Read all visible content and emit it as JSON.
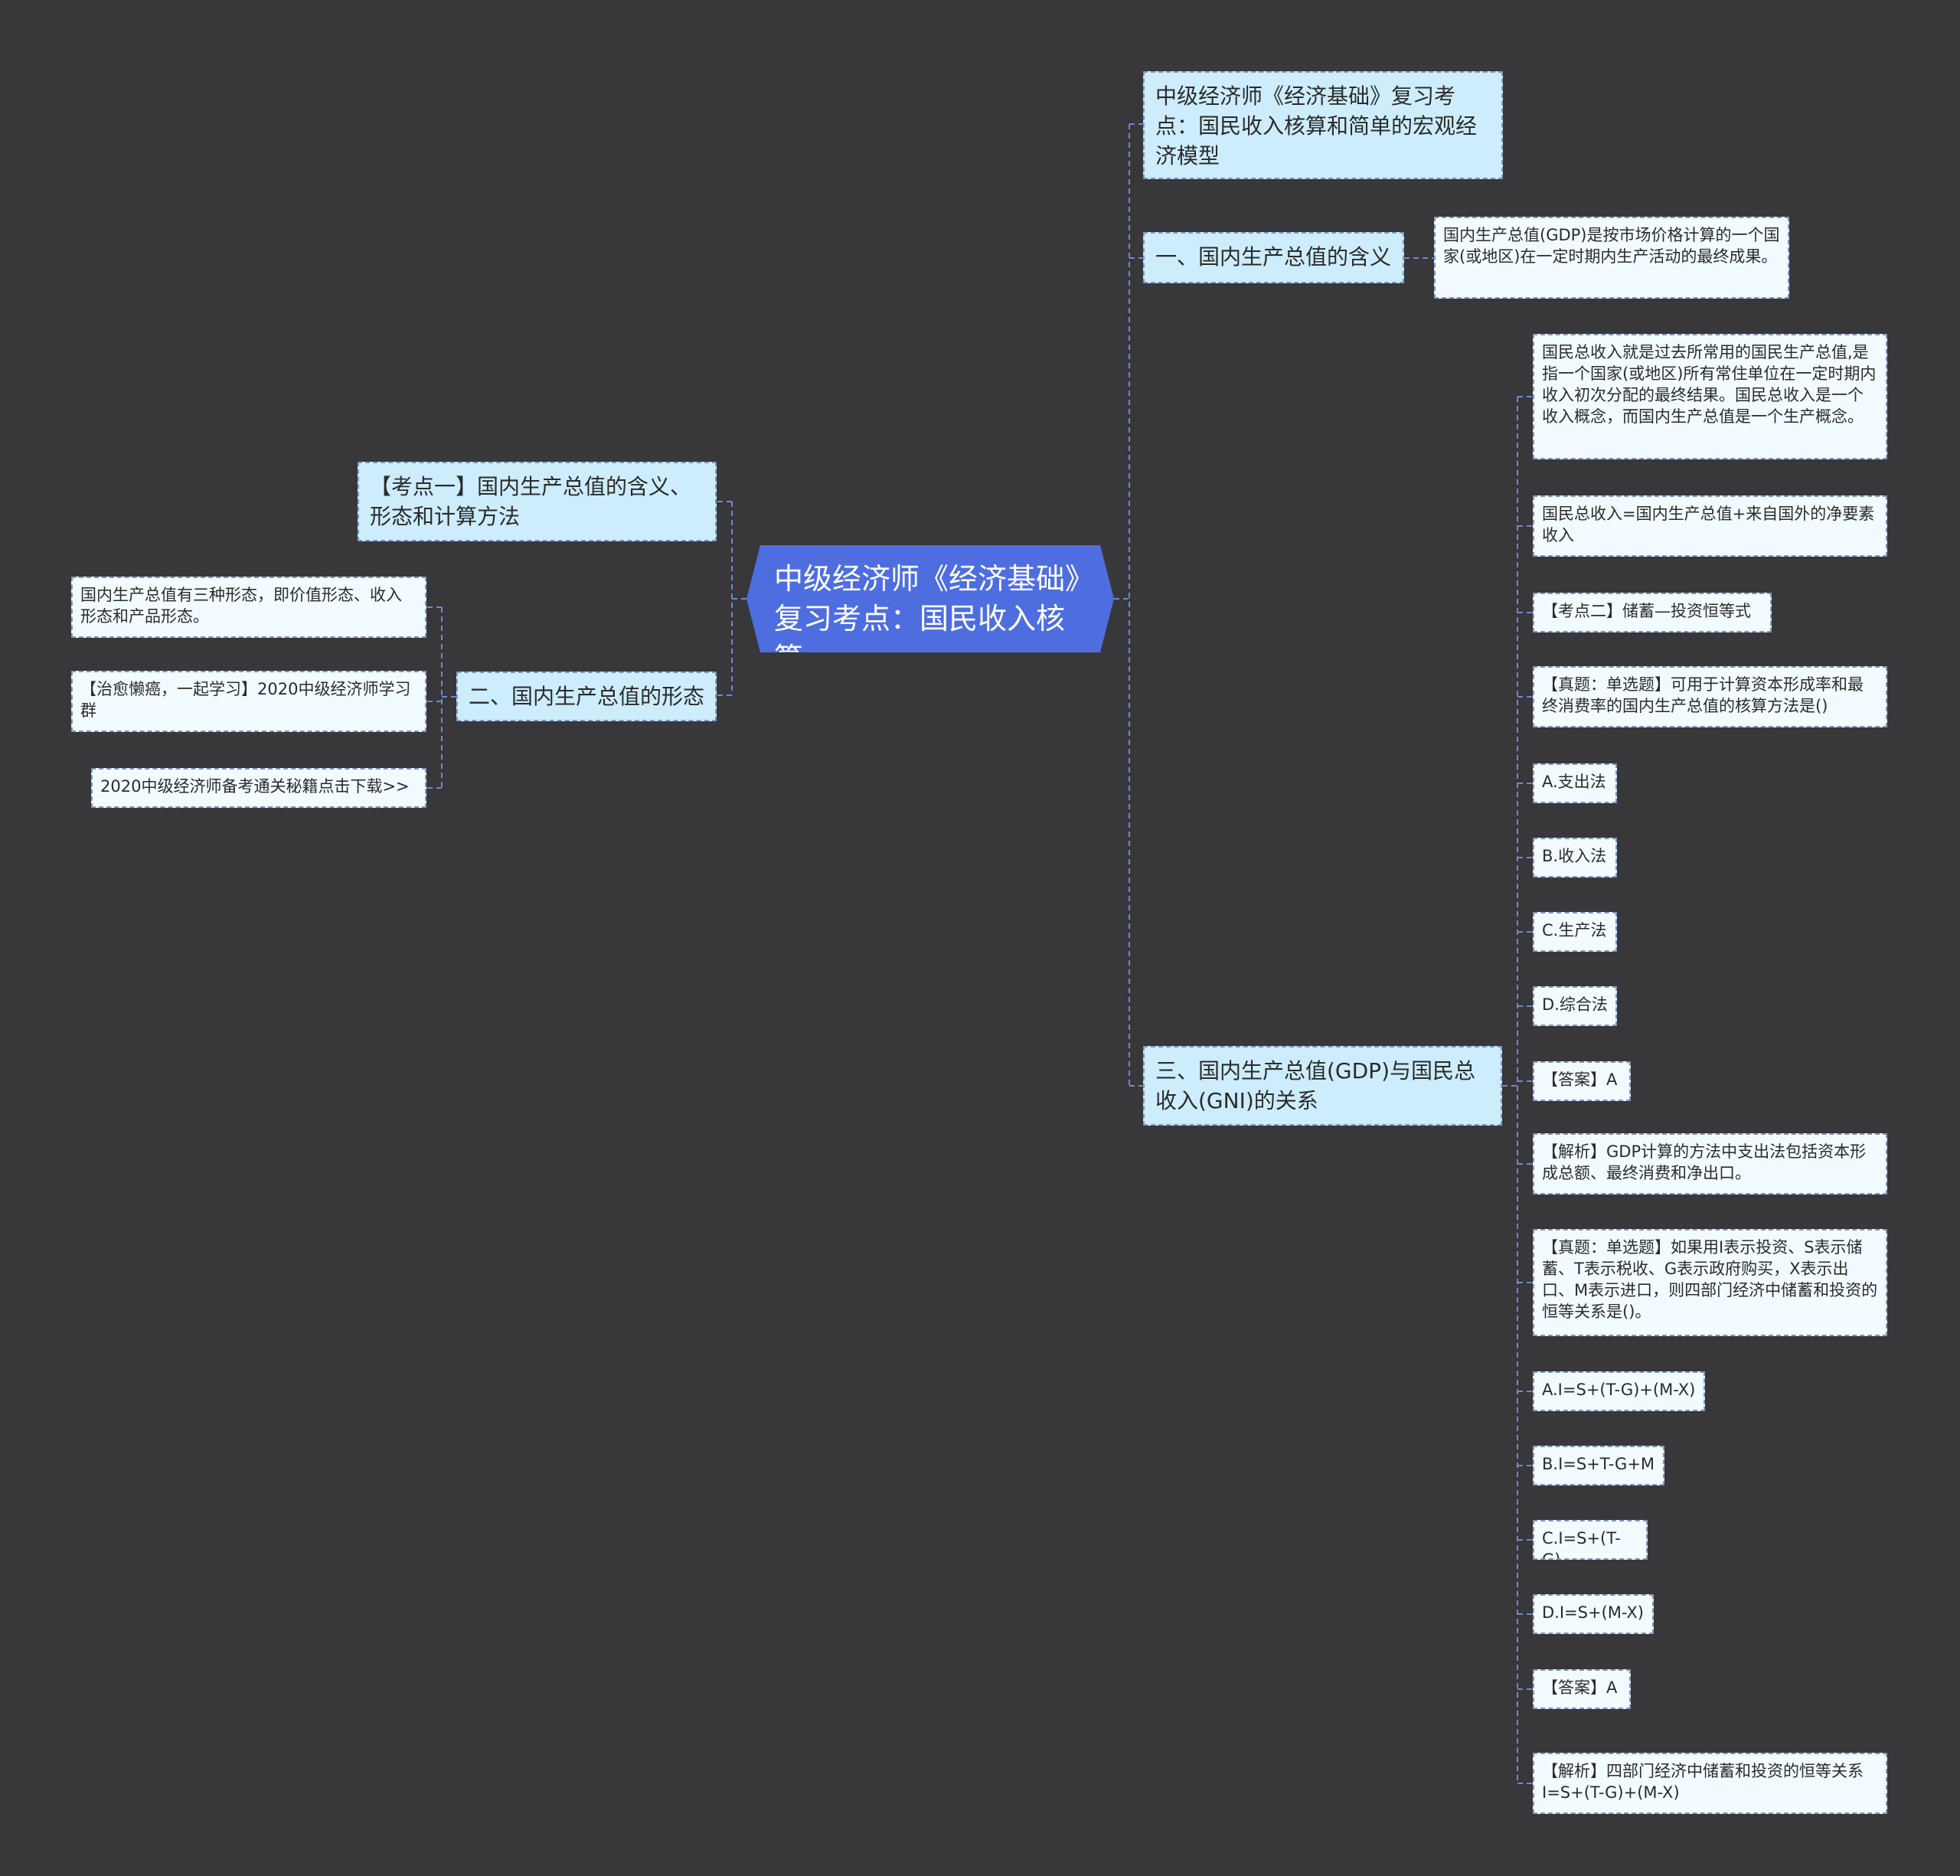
{
  "root": {
    "label": "中级经济师《经济基础》复习考点：国民收入核算"
  },
  "right": {
    "title_node": "中级经济师《经济基础》复习考点：国民收入核算和简单的宏观经济模型",
    "section1": {
      "label": "一、国内生产总值的含义",
      "children": [
        "国内生产总值(GDP)是按市场价格计算的一个国家(或地区)在一定时期内生产活动的最终成果。"
      ]
    },
    "section3": {
      "label": "三、国内生产总值(GDP)与国民总收入(GNI)的关系",
      "children": [
        "国民总收入就是过去所常用的国民生产总值,是指一个国家(或地区)所有常住单位在一定时期内收入初次分配的最终结果。国民总收入是一个收入概念，而国内生产总值是一个生产概念。",
        "国民总收入=国内生产总值+来自国外的净要素收入",
        "【考点二】储蓄—投资恒等式",
        "【真题：单选题】可用于计算资本形成率和最终消费率的国内生产总值的核算方法是()",
        "A.支出法",
        "B.收入法",
        "C.生产法",
        "D.综合法",
        "【答案】A",
        "【解析】GDP计算的方法中支出法包括资本形成总额、最终消费和净出口。",
        "【真题：单选题】如果用I表示投资、S表示储蓄、T表示税收、G表示政府购买，X表示出口、M表示进口，则四部门经济中储蓄和投资的恒等关系是()。",
        "A.I=S+(T-G)+(M-X)",
        "B.I=S+T-G+M",
        "C.I=S+(T-G)",
        "D.I=S+(M-X)",
        "【答案】A",
        "【解析】四部门经济中储蓄和投资的恒等关系I=S+(T-G)+(M-X)"
      ]
    }
  },
  "left": {
    "kaodian1": {
      "label": "【考点一】国内生产总值的含义、形态和计算方法"
    },
    "section2": {
      "label": "二、国内生产总值的形态",
      "children": [
        "国内生产总值有三种形态，即价值形态、收入形态和产品形态。",
        "【治愈懒癌，一起学习】2020中级经济师学习群",
        "2020中级经济师备考通关秘籍点击下载>>"
      ]
    }
  },
  "colors": {
    "background": "#383739",
    "root_fill": "#4e6ee0",
    "level1_fill": "#cdedfd",
    "level2_fill": "#f2fbff",
    "connector": "#6f86d8"
  }
}
